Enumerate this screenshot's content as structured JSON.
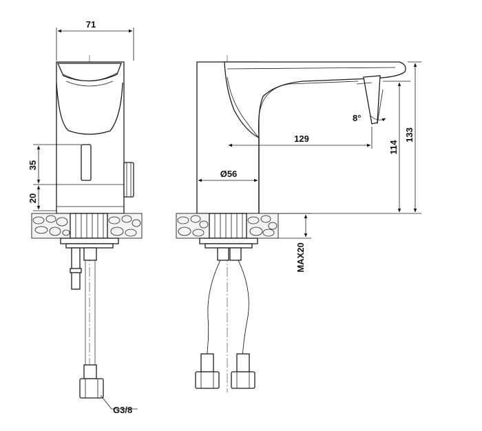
{
  "dimensions": {
    "width_top": "71",
    "spout_reach": "129",
    "spout_height": "114",
    "total_height": "133",
    "base_diameter": "Ø56",
    "sensor_height": "35",
    "base_offset": "20",
    "max_deck": "MAX20",
    "angle": "8°",
    "thread": "G3/8"
  }
}
